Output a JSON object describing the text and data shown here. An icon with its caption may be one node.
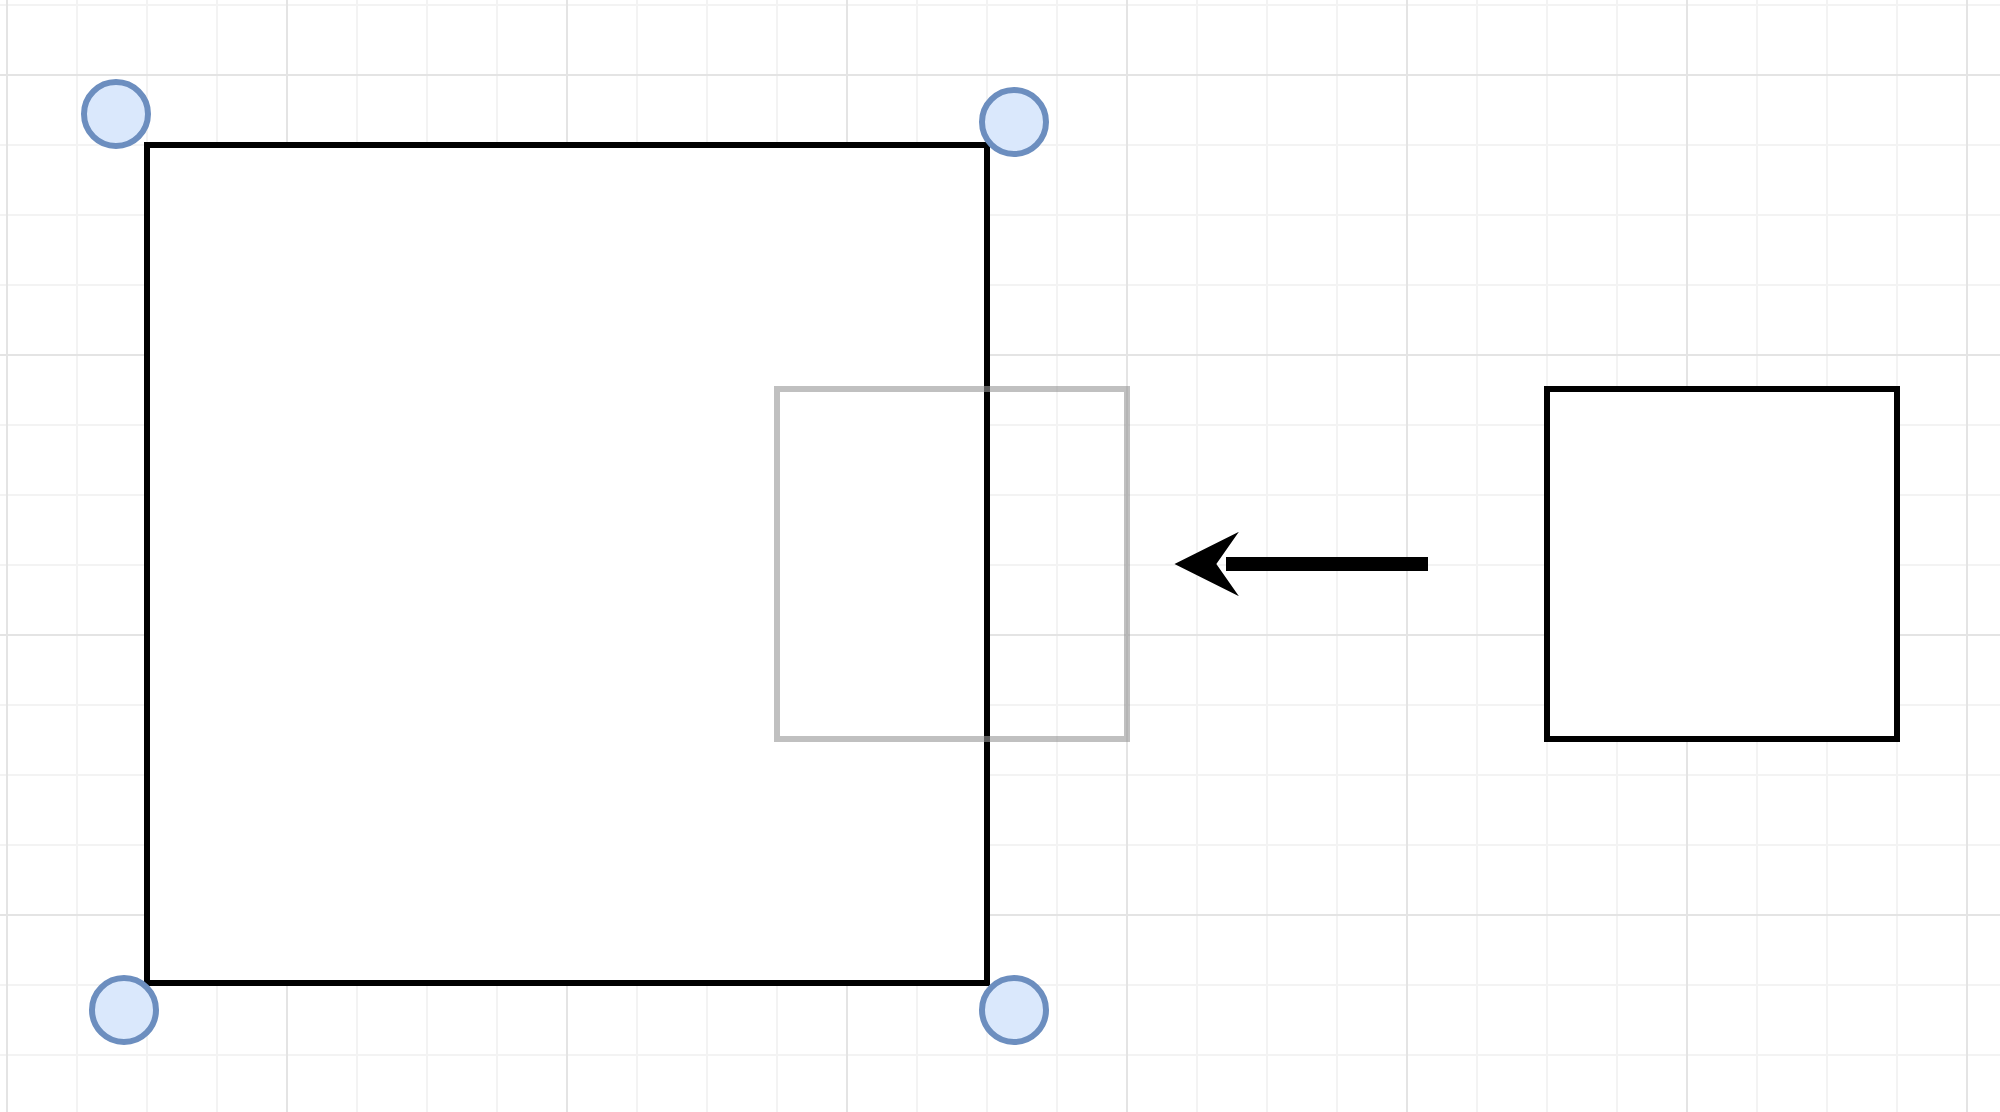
{
  "diagram": {
    "nodes": [
      {
        "text": [],
        "shape": "box"
      },
      {
        "text": [],
        "shape": "box"
      },
      {
        "text": [],
        "shape": "box"
      }
    ],
    "edges": [
      {
        "from": 2,
        "to": 1,
        "arrow": "to"
      }
    ]
  }
}
